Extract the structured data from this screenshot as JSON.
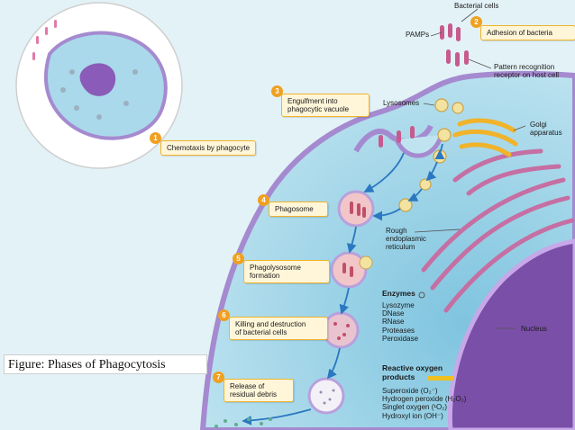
{
  "labels": {
    "bacterial_cells": "Bacterial cells",
    "pamps": "PAMPs",
    "prr_line1": "Pattern recognition",
    "prr_line2": "receptor on host cell",
    "lysosomes": "Lysosomes",
    "golgi_line1": "Golgi",
    "golgi_line2": "apparatus",
    "rer_line1": "Rough",
    "rer_line2": "endoplasmic",
    "rer_line3": "reticulum",
    "nucleus": "Nucleus"
  },
  "steps": [
    {
      "num": "1",
      "text": "Chemotaxis by phagocyte"
    },
    {
      "num": "2",
      "text": "Adhesion of bacteria"
    },
    {
      "num": "3",
      "line1": "Engulfment into",
      "line2": "phagocytic vacuole"
    },
    {
      "num": "4",
      "text": "Phagosome"
    },
    {
      "num": "5",
      "line1": "Phagolysosome",
      "line2": "formation"
    },
    {
      "num": "6",
      "line1": "Killing and destruction",
      "line2": "of bacterial cells"
    },
    {
      "num": "7",
      "line1": "Release of",
      "line2": "residual debris"
    }
  ],
  "enzymes": {
    "title": "Enzymes",
    "items": [
      "Lysozyme",
      "DNase",
      "RNase",
      "Proteases",
      "Peroxidase"
    ]
  },
  "ros": {
    "title_line1": "Reactive oxygen",
    "title_line2": "products",
    "items": [
      "Superoxide (O₂⁻)",
      "Hydrogen peroxide (H₂O₂)",
      "Singlet oxygen (¹O₂)",
      "Hydroxyl ion (OH⁻)"
    ]
  },
  "caption": "Figure: Phases of Phagocytosis",
  "colors": {
    "background": "#d8ecf2",
    "cytoplasm": "#9fd3e6",
    "membrane": "#a58ad0",
    "nucleus": "#7a4fa8",
    "step_border": "#f0b32a",
    "step_fill": "#fff6d9",
    "number_badge": "#f0a020",
    "arrow": "#2a78c0"
  },
  "icons": {
    "enzyme_marker": "circle-icon",
    "ros_marker": "yellow-bar-icon"
  }
}
